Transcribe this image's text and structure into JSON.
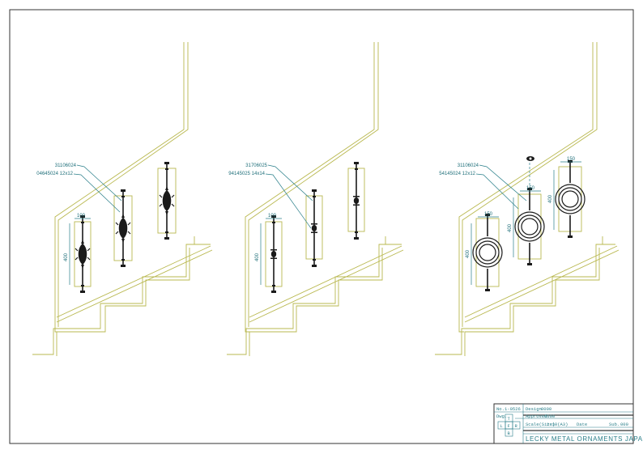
{
  "drawings": [
    {
      "label_top": "31106024",
      "label_bottom": "04645024  12x12",
      "dim_width": "100",
      "dim_height": "400"
    },
    {
      "label_top": "31706025",
      "label_bottom": "94145025  14x14",
      "dim_width": "100",
      "dim_height": "400"
    },
    {
      "label_top": "31106024",
      "label_bottom": "54145024  12x12",
      "dim_width_a": "150",
      "dim_width_b": "150",
      "dim_width_c": "150",
      "dim_height_a": "400",
      "dim_height_b": "400",
      "dim_height_c": "400"
    }
  ],
  "title_block": {
    "drawing_no_label": "No.",
    "drawing_no": "1-0526",
    "field_1_label": "Design",
    "field_1": "0000",
    "field_2_label": "Dwg.",
    "field_2_prefix": "Approved",
    "field_2": "0000",
    "scale_label": "Scale(Size)",
    "scale": "1:10(A3)",
    "date_label": "Date",
    "sub_label": "Sub.",
    "sub": "000",
    "projection": [
      "T",
      "L",
      "F",
      "R",
      "B"
    ],
    "company": "LECKY METAL ORNAMENTS JAPAN"
  },
  "colors": {
    "stair_line": "#b9b84f",
    "dimension": "#2a7f8a",
    "baluster": "#1a1a1a",
    "border": "#333333"
  }
}
